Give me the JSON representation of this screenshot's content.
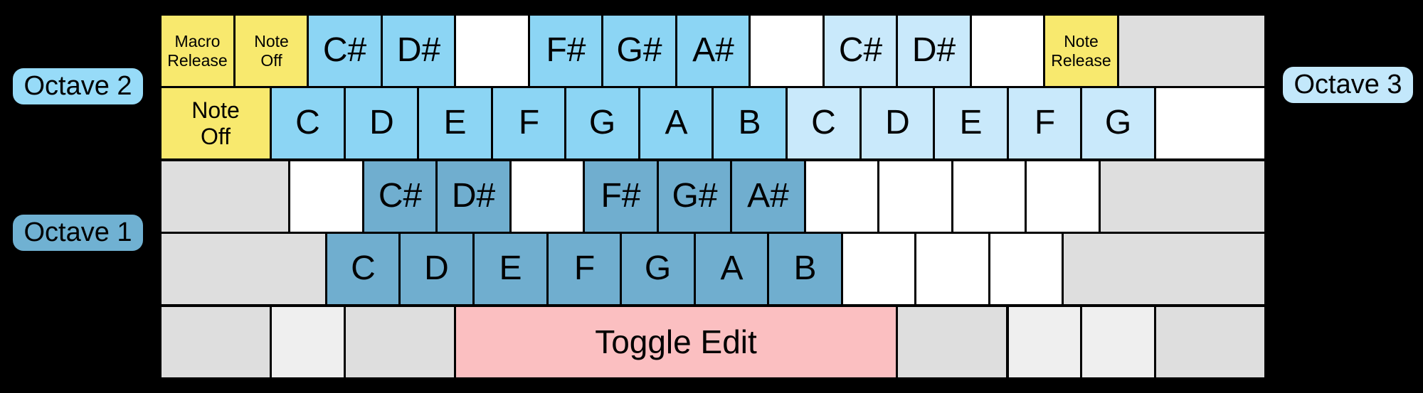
{
  "octave_labels": {
    "octave1": "Octave 1",
    "octave2": "Octave 2",
    "octave3": "Octave 3"
  },
  "colors": {
    "background": "#000000",
    "border": "#000000",
    "yellow": "#f8e96e",
    "octave1": "#70aecf",
    "octave2": "#8cd5f4",
    "octave3": "#c9e9fb",
    "white": "#ffffff",
    "gray": "#dedede",
    "gray_light": "#efefef",
    "pink": "#fbbfc1",
    "pill_octave1": "#70b1d2",
    "pill_octave2": "#97dbf8",
    "pill_octave3": "#c3e8fb"
  },
  "keyboard": {
    "rows": [
      {
        "name": "number-row",
        "keys": [
          {
            "name": "key-macro-release",
            "label": "Macro\nRelease",
            "color": "yellow",
            "w": 1,
            "size": "sm"
          },
          {
            "name": "key-note-off-top",
            "label": "Note\nOff",
            "color": "yellow",
            "w": 1,
            "size": "sm"
          },
          {
            "name": "key-note-csharp-2",
            "label": "C#",
            "color": "octave2",
            "w": 1
          },
          {
            "name": "key-note-dsharp-2",
            "label": "D#",
            "color": "octave2",
            "w": 1
          },
          {
            "name": "key-unassigned",
            "label": "",
            "color": "white",
            "w": 1
          },
          {
            "name": "key-note-fsharp-2",
            "label": "F#",
            "color": "octave2",
            "w": 1
          },
          {
            "name": "key-note-gsharp-2",
            "label": "G#",
            "color": "octave2",
            "w": 1
          },
          {
            "name": "key-note-asharp-2",
            "label": "A#",
            "color": "octave2",
            "w": 1
          },
          {
            "name": "key-unassigned",
            "label": "",
            "color": "white",
            "w": 1
          },
          {
            "name": "key-note-csharp-3",
            "label": "C#",
            "color": "octave3",
            "w": 1
          },
          {
            "name": "key-note-dsharp-3",
            "label": "D#",
            "color": "octave3",
            "w": 1
          },
          {
            "name": "key-unassigned",
            "label": "",
            "color": "white",
            "w": 1
          },
          {
            "name": "key-note-release",
            "label": "Note\nRelease",
            "color": "yellow",
            "w": 1,
            "size": "sm"
          },
          {
            "name": "key-modifier",
            "label": "",
            "color": "gray",
            "w": 2
          }
        ]
      },
      {
        "name": "qwerty-row",
        "keys": [
          {
            "name": "key-note-off",
            "label": "Note\nOff",
            "color": "yellow",
            "w": 1.5,
            "size": "md"
          },
          {
            "name": "key-note-c-2",
            "label": "C",
            "color": "octave2",
            "w": 1
          },
          {
            "name": "key-note-d-2",
            "label": "D",
            "color": "octave2",
            "w": 1
          },
          {
            "name": "key-note-e-2",
            "label": "E",
            "color": "octave2",
            "w": 1
          },
          {
            "name": "key-note-f-2",
            "label": "F",
            "color": "octave2",
            "w": 1
          },
          {
            "name": "key-note-g-2",
            "label": "G",
            "color": "octave2",
            "w": 1
          },
          {
            "name": "key-note-a-2",
            "label": "A",
            "color": "octave2",
            "w": 1
          },
          {
            "name": "key-note-b-2",
            "label": "B",
            "color": "octave2",
            "w": 1
          },
          {
            "name": "key-note-c-3",
            "label": "C",
            "color": "octave3",
            "w": 1
          },
          {
            "name": "key-note-d-3",
            "label": "D",
            "color": "octave3",
            "w": 1
          },
          {
            "name": "key-note-e-3",
            "label": "E",
            "color": "octave3",
            "w": 1
          },
          {
            "name": "key-note-f-3",
            "label": "F",
            "color": "octave3",
            "w": 1
          },
          {
            "name": "key-note-g-3",
            "label": "G",
            "color": "octave3",
            "w": 1
          },
          {
            "name": "key-unassigned",
            "label": "",
            "color": "white",
            "w": 1.5
          }
        ]
      },
      {
        "name": "home-row",
        "keys": [
          {
            "name": "key-modifier",
            "label": "",
            "color": "gray",
            "w": 1.75
          },
          {
            "name": "key-unassigned",
            "label": "",
            "color": "white",
            "w": 1
          },
          {
            "name": "key-note-csharp-1",
            "label": "C#",
            "color": "octave1",
            "w": 1
          },
          {
            "name": "key-note-dsharp-1",
            "label": "D#",
            "color": "octave1",
            "w": 1
          },
          {
            "name": "key-unassigned",
            "label": "",
            "color": "white",
            "w": 1
          },
          {
            "name": "key-note-fsharp-1",
            "label": "F#",
            "color": "octave1",
            "w": 1
          },
          {
            "name": "key-note-gsharp-1",
            "label": "G#",
            "color": "octave1",
            "w": 1
          },
          {
            "name": "key-note-asharp-1",
            "label": "A#",
            "color": "octave1",
            "w": 1
          },
          {
            "name": "key-unassigned",
            "label": "",
            "color": "white",
            "w": 1
          },
          {
            "name": "key-unassigned",
            "label": "",
            "color": "white",
            "w": 1
          },
          {
            "name": "key-unassigned",
            "label": "",
            "color": "white",
            "w": 1
          },
          {
            "name": "key-unassigned",
            "label": "",
            "color": "white",
            "w": 1
          },
          {
            "name": "key-modifier",
            "label": "",
            "color": "gray",
            "w": 2.25
          }
        ]
      },
      {
        "name": "shift-row",
        "keys": [
          {
            "name": "key-modifier",
            "label": "",
            "color": "gray",
            "w": 2.25
          },
          {
            "name": "key-note-c-1",
            "label": "C",
            "color": "octave1",
            "w": 1
          },
          {
            "name": "key-note-d-1",
            "label": "D",
            "color": "octave1",
            "w": 1
          },
          {
            "name": "key-note-e-1",
            "label": "E",
            "color": "octave1",
            "w": 1
          },
          {
            "name": "key-note-f-1",
            "label": "F",
            "color": "octave1",
            "w": 1
          },
          {
            "name": "key-note-g-1",
            "label": "G",
            "color": "octave1",
            "w": 1
          },
          {
            "name": "key-note-a-1",
            "label": "A",
            "color": "octave1",
            "w": 1
          },
          {
            "name": "key-note-b-1",
            "label": "B",
            "color": "octave1",
            "w": 1
          },
          {
            "name": "key-unassigned",
            "label": "",
            "color": "white",
            "w": 1
          },
          {
            "name": "key-unassigned",
            "label": "",
            "color": "white",
            "w": 1
          },
          {
            "name": "key-unassigned",
            "label": "",
            "color": "white",
            "w": 1
          },
          {
            "name": "key-modifier",
            "label": "",
            "color": "gray",
            "w": 2.75
          }
        ]
      },
      {
        "name": "bottom-row",
        "keys": [
          {
            "name": "key-modifier",
            "label": "",
            "color": "gray",
            "w": 1.5
          },
          {
            "name": "key-modifier",
            "label": "",
            "color": "gray_light",
            "w": 1
          },
          {
            "name": "key-modifier",
            "label": "",
            "color": "gray",
            "w": 1.5
          },
          {
            "name": "key-toggle-edit",
            "label": "Toggle Edit",
            "color": "pink",
            "w": 6,
            "size": "xl"
          },
          {
            "name": "key-modifier",
            "label": "",
            "color": "gray",
            "w": 1.5
          },
          {
            "name": "key-modifier",
            "label": "",
            "color": "gray_light",
            "w": 1
          },
          {
            "name": "key-modifier",
            "label": "",
            "color": "gray_light",
            "w": 1
          },
          {
            "name": "key-modifier",
            "label": "",
            "color": "gray",
            "w": 1.5
          }
        ]
      }
    ]
  }
}
